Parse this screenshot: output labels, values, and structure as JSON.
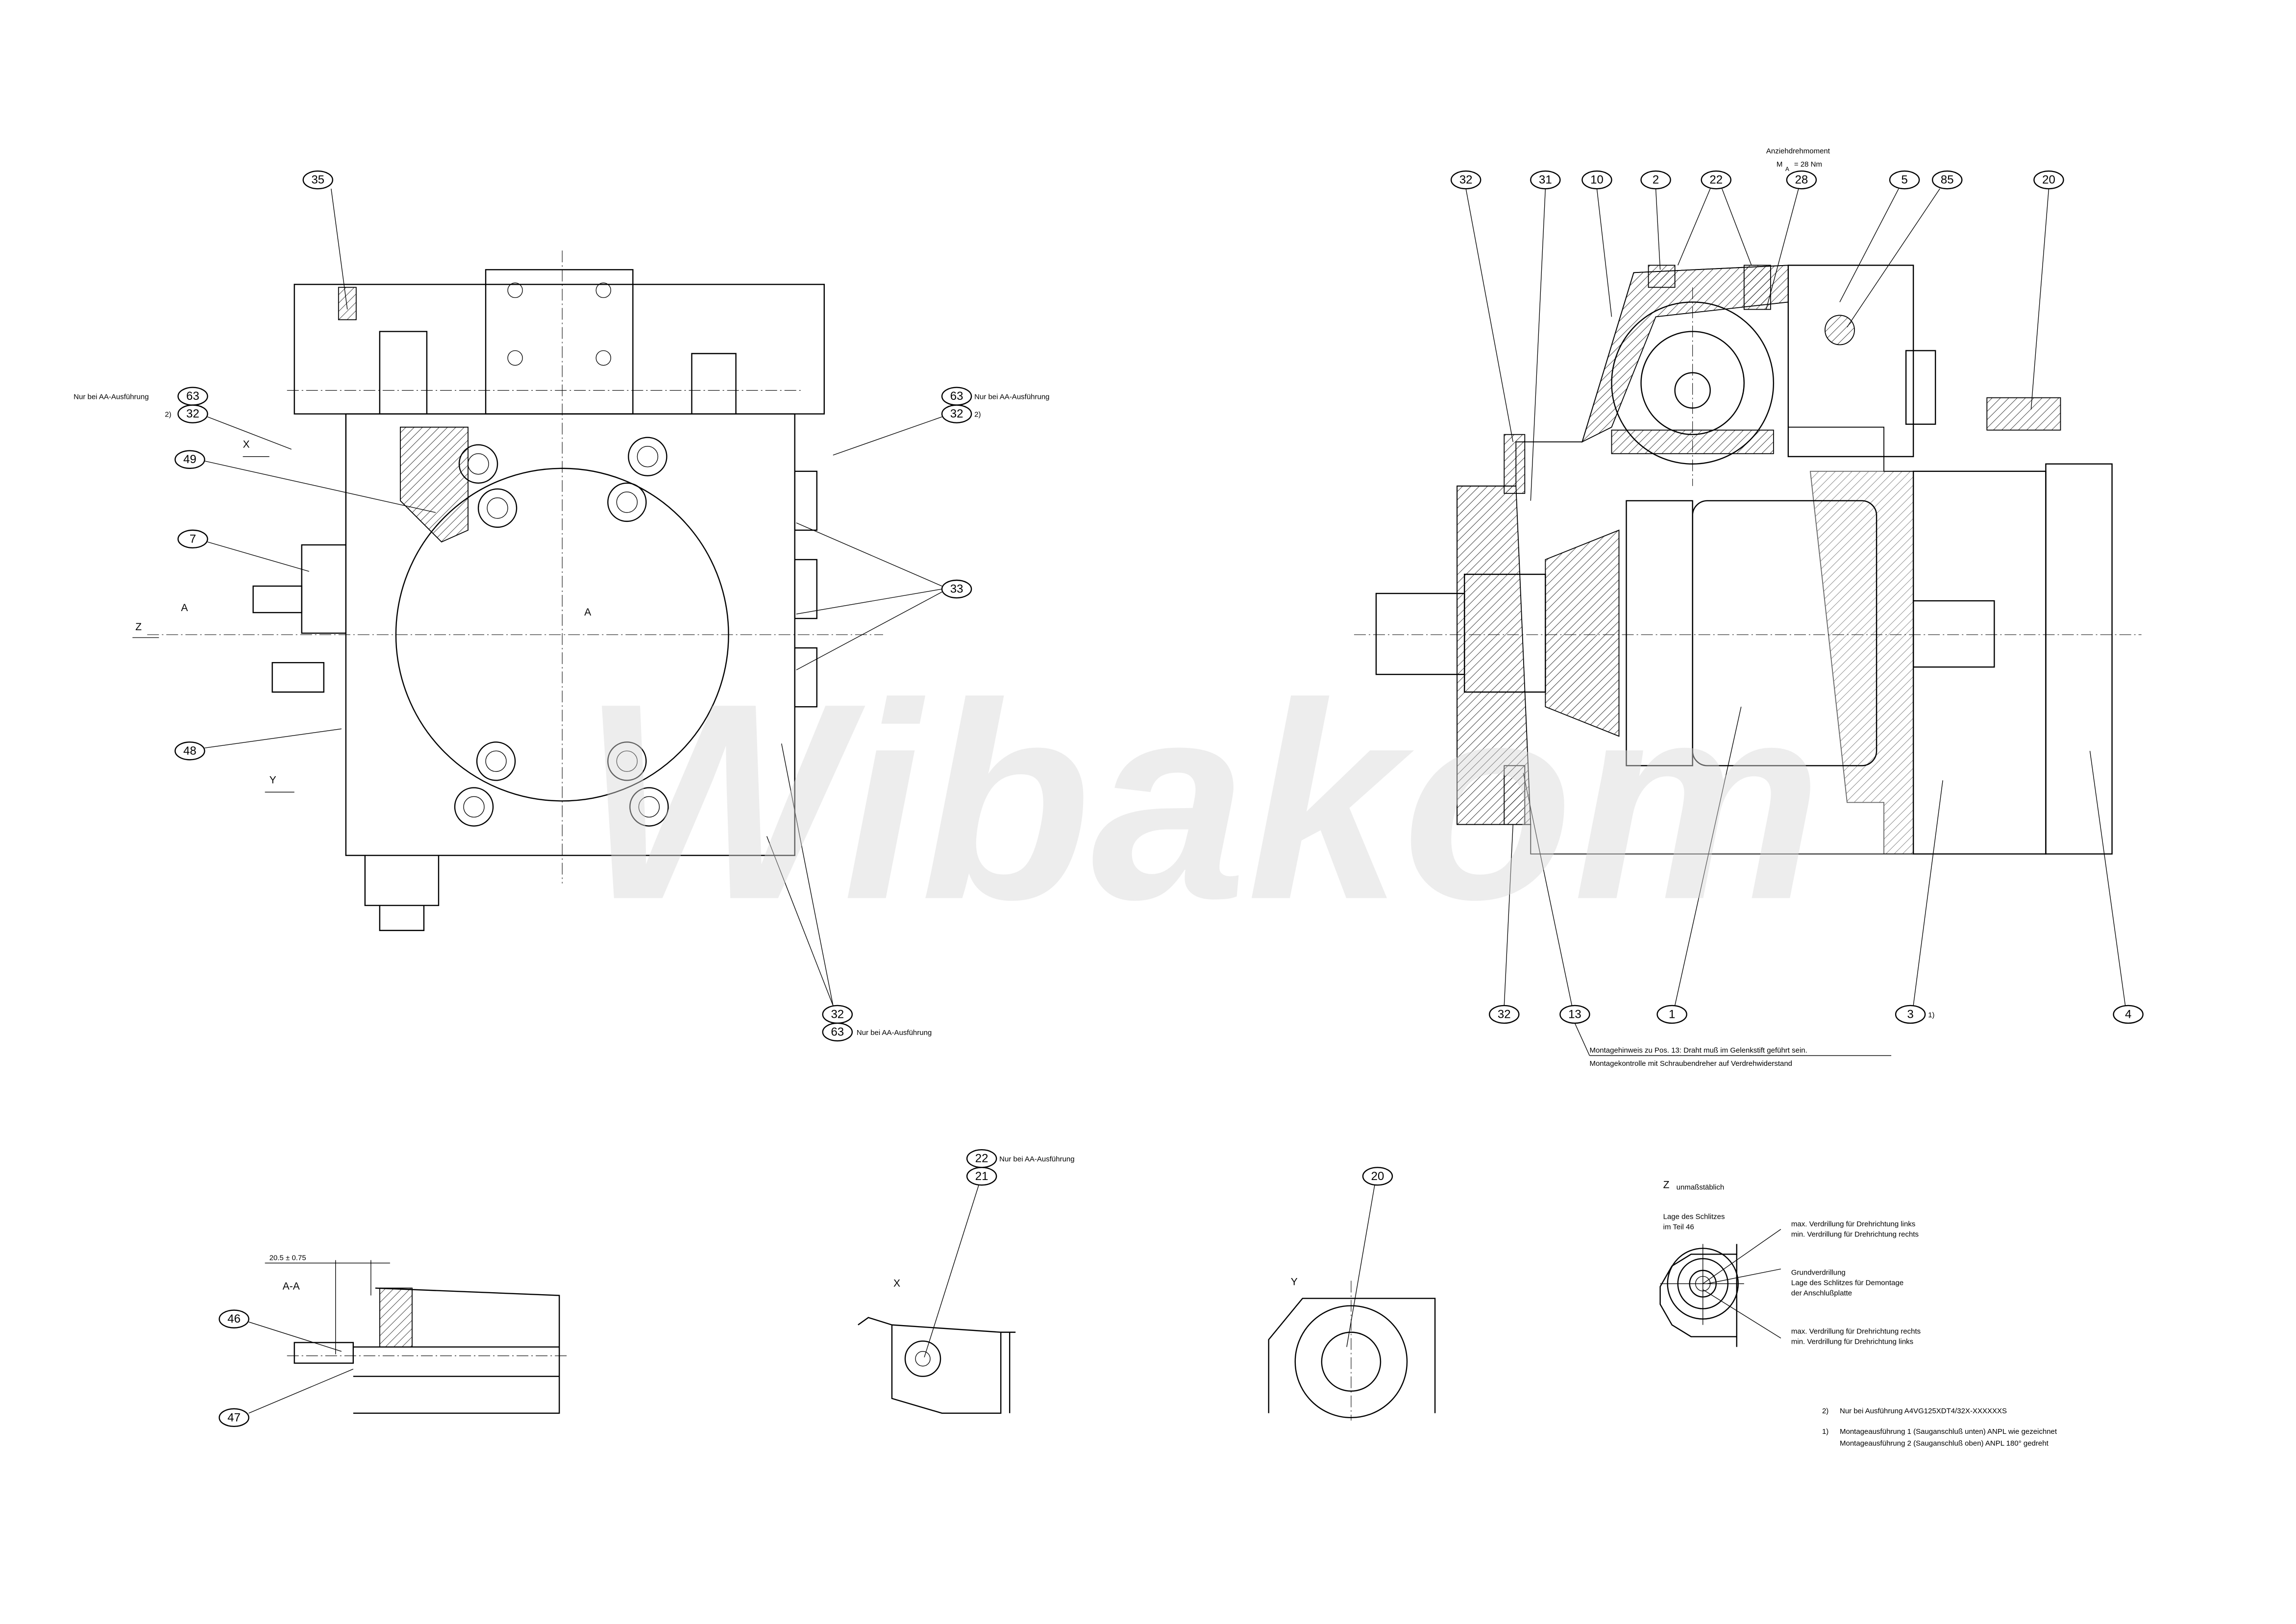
{
  "watermark": "Wibakom",
  "left_view": {
    "balloons_top": [
      "35"
    ],
    "left_group": {
      "note": "Nur bei AA-Ausführung",
      "b1": "63",
      "footnote": "2)",
      "b2": "32"
    },
    "right_group": {
      "note": "Nur bei AA-Ausführung",
      "b1": "63",
      "footnote": "2)",
      "b2": "32"
    },
    "bottom_group": {
      "note": "Nur bei AA-Ausführung",
      "b1": "32",
      "b2": "63"
    },
    "balloons": [
      "49",
      "7",
      "48",
      "33"
    ],
    "view_labels": {
      "x": "X",
      "y": "Y",
      "z": "Z",
      "a1": "A",
      "a2": "A"
    }
  },
  "section_view": {
    "torque_note": {
      "line1": "Anziehdrehmoment",
      "line2_sym": "M",
      "line2_sub": "A",
      "line2_val": "= 28 Nm"
    },
    "balloons_top": [
      "32",
      "31",
      "10",
      "2",
      "22",
      "28",
      "5",
      "85",
      "20"
    ],
    "balloons_bottom": [
      "32",
      "13",
      "1",
      "3",
      "4"
    ],
    "footnote_3": "1)",
    "assembly_note": {
      "line1": "Montagehinweis zu Pos. 13: Draht muß im Gelenkstift geführt sein.",
      "line2": "Montagekontrolle mit Schraubendreher auf Verdrehwiderstand"
    }
  },
  "section_aa": {
    "title": "A-A",
    "dimension": "20.5  ± 0.75",
    "balloons": [
      "46",
      "47"
    ]
  },
  "view_x": {
    "title": "X",
    "b1": "22",
    "b2": "21",
    "note": "Nur bei AA-Ausführung"
  },
  "view_y": {
    "title": "Y",
    "b1": "20"
  },
  "view_z": {
    "title": "Z",
    "scale_note": "unmaßstäblich",
    "slot_label": [
      "Lage des Schlitzes",
      "im Teil 46"
    ],
    "callout_top": [
      "max. Verdrillung für Drehrichtung links",
      "min. Verdrillung für Drehrichtung rechts"
    ],
    "callout_mid": [
      "Grundverdrillung",
      "Lage des Schlitzes für Demontage",
      "der Anschlußplatte"
    ],
    "callout_bottom": [
      "max. Verdrillung für Drehrichtung rechts",
      "min. Verdrillung für Drehrichtung links"
    ]
  },
  "footnotes": {
    "n2_mark": "2)",
    "n2_text": "Nur bei Ausführung A4VG125XDT4/32X-XXXXXXS",
    "n1_mark": "1)",
    "n1_line1": "Montageausführung 1 (Sauganschluß unten) ANPL wie gezeichnet",
    "n1_line2": "Montageausführung 2 (Sauganschluß oben) ANPL 180° gedreht"
  }
}
